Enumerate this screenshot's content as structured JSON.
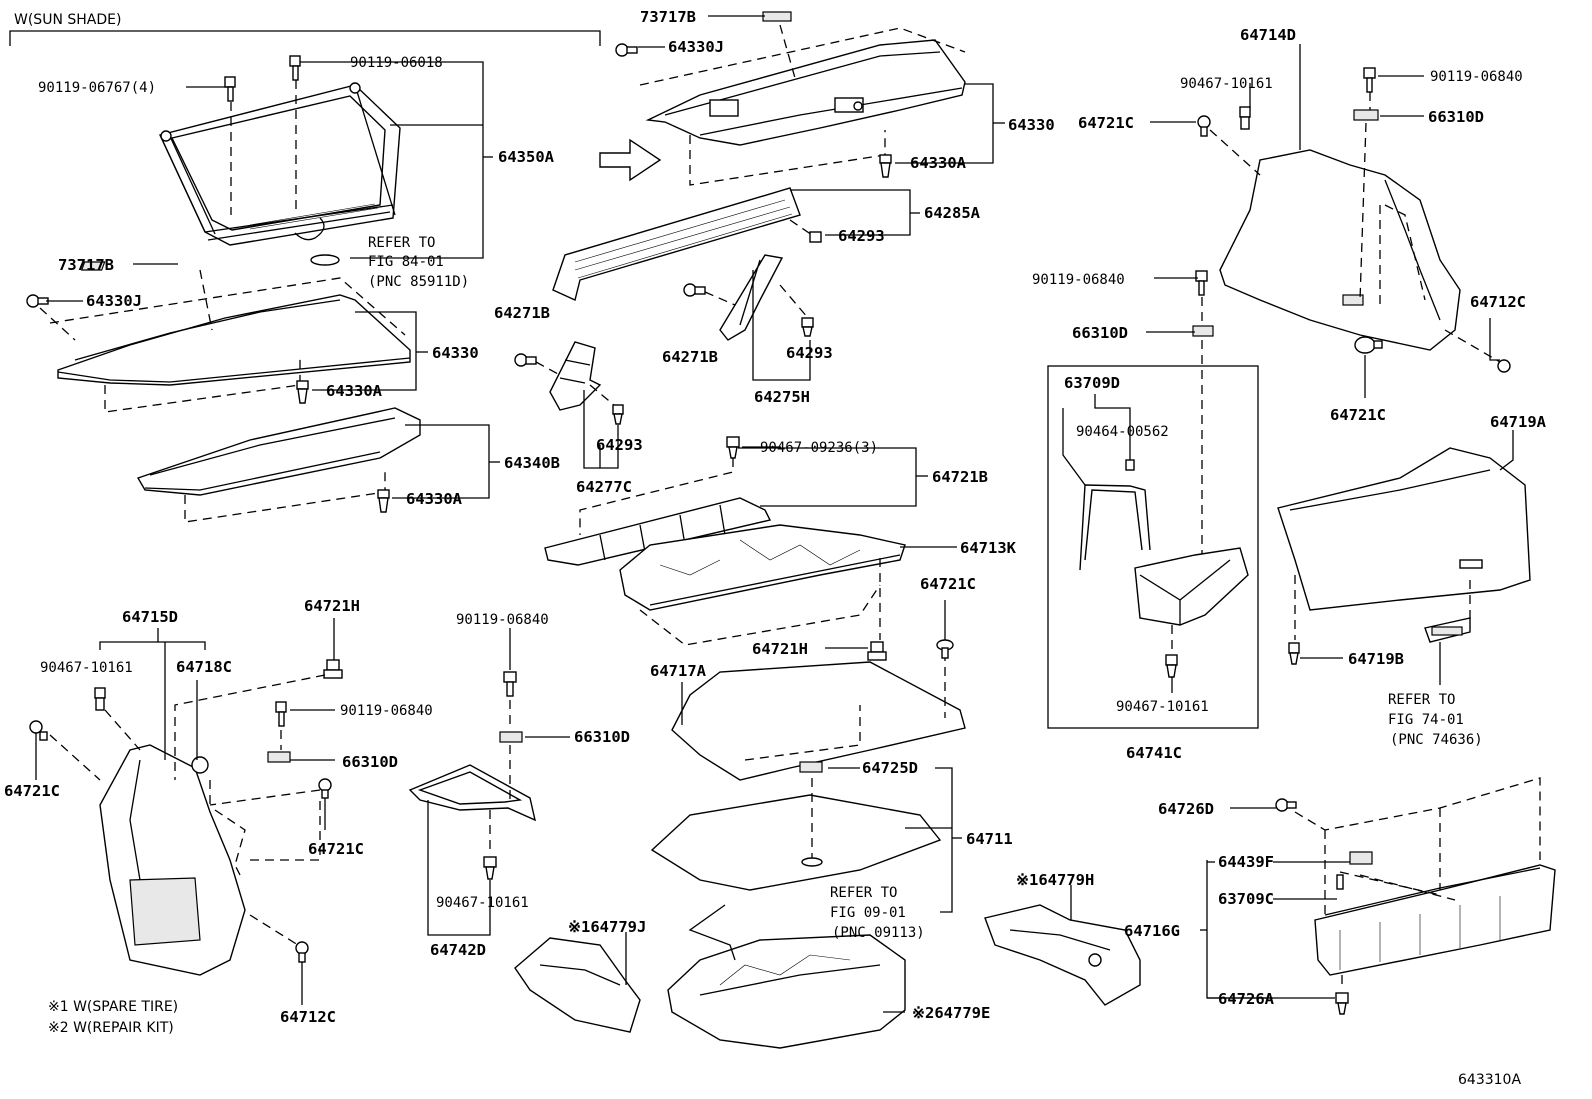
{
  "header_note": "W(SUN SHADE)",
  "illustration_code": "643310A",
  "legend": [
    "※1 W(SPARE TIRE)",
    "※2 W(REPAIR KIT)"
  ],
  "callouts": [
    {
      "id": "c1",
      "text": "73717B"
    },
    {
      "id": "c2",
      "text": "64330J"
    },
    {
      "id": "c3",
      "text": "64330"
    },
    {
      "id": "c4",
      "text": "64330A"
    },
    {
      "id": "c5",
      "text": "64714D"
    },
    {
      "id": "c6",
      "text": "90467-10161"
    },
    {
      "id": "c7",
      "text": "90119-06840"
    },
    {
      "id": "c8",
      "text": "64721C"
    },
    {
      "id": "c9",
      "text": "66310D"
    },
    {
      "id": "c10",
      "text": "90119-06767(4)"
    },
    {
      "id": "c11",
      "text": "90119-06018"
    },
    {
      "id": "c12",
      "text": "64350A"
    },
    {
      "id": "c13",
      "text": "REFER TO"
    },
    {
      "id": "c14",
      "text": "FIG 84-01"
    },
    {
      "id": "c15",
      "text": "(PNC 85911D)"
    },
    {
      "id": "c16",
      "text": "73717B"
    },
    {
      "id": "c17",
      "text": "64330J"
    },
    {
      "id": "c18",
      "text": "64330"
    },
    {
      "id": "c19",
      "text": "64330A"
    },
    {
      "id": "c20",
      "text": "64340B"
    },
    {
      "id": "c21",
      "text": "64330A"
    },
    {
      "id": "c22",
      "text": "64285A"
    },
    {
      "id": "c23",
      "text": "64293"
    },
    {
      "id": "c24",
      "text": "64271B"
    },
    {
      "id": "c25",
      "text": "64271B"
    },
    {
      "id": "c26",
      "text": "64293"
    },
    {
      "id": "c27",
      "text": "64275H"
    },
    {
      "id": "c28",
      "text": "64293"
    },
    {
      "id": "c29",
      "text": "64277C"
    },
    {
      "id": "c30",
      "text": "90467-09236(3)"
    },
    {
      "id": "c31",
      "text": "64721B"
    },
    {
      "id": "c32",
      "text": "64713K"
    },
    {
      "id": "c33",
      "text": "90119-06840"
    },
    {
      "id": "c34",
      "text": "66310D"
    },
    {
      "id": "c35",
      "text": "63709D"
    },
    {
      "id": "c36",
      "text": "90464-00562"
    },
    {
      "id": "c37",
      "text": "90467-10161"
    },
    {
      "id": "c38",
      "text": "64741C"
    },
    {
      "id": "c39",
      "text": "64712C"
    },
    {
      "id": "c40",
      "text": "64721C"
    },
    {
      "id": "c41",
      "text": "64719A"
    },
    {
      "id": "c42",
      "text": "64719B"
    },
    {
      "id": "c43",
      "text": "REFER TO"
    },
    {
      "id": "c44",
      "text": "FIG 74-01"
    },
    {
      "id": "c45",
      "text": "(PNC 74636)"
    },
    {
      "id": "c46",
      "text": "64715D"
    },
    {
      "id": "c47",
      "text": "64721H"
    },
    {
      "id": "c48",
      "text": "90467-10161"
    },
    {
      "id": "c49",
      "text": "64718C"
    },
    {
      "id": "c50",
      "text": "90119-06840"
    },
    {
      "id": "c51",
      "text": "64721C"
    },
    {
      "id": "c52",
      "text": "66310D"
    },
    {
      "id": "c53",
      "text": "64721C"
    },
    {
      "id": "c54",
      "text": "64712C"
    },
    {
      "id": "c55",
      "text": "90119-06840"
    },
    {
      "id": "c56",
      "text": "66310D"
    },
    {
      "id": "c57",
      "text": "90467-10161"
    },
    {
      "id": "c58",
      "text": "64742D"
    },
    {
      "id": "c59",
      "text": "※164779J"
    },
    {
      "id": "c60",
      "text": "64721C"
    },
    {
      "id": "c61",
      "text": "64717A"
    },
    {
      "id": "c62",
      "text": "64721H"
    },
    {
      "id": "c63",
      "text": "64725D"
    },
    {
      "id": "c64",
      "text": "64711"
    },
    {
      "id": "c65",
      "text": "REFER TO"
    },
    {
      "id": "c66",
      "text": "FIG 09-01"
    },
    {
      "id": "c67",
      "text": "(PNC 09113)"
    },
    {
      "id": "c68",
      "text": "※164779H"
    },
    {
      "id": "c69",
      "text": "※264779E"
    },
    {
      "id": "c70",
      "text": "64726D"
    },
    {
      "id": "c71",
      "text": "64439F"
    },
    {
      "id": "c72",
      "text": "63709C"
    },
    {
      "id": "c73",
      "text": "64716G"
    },
    {
      "id": "c74",
      "text": "64726A"
    }
  ]
}
